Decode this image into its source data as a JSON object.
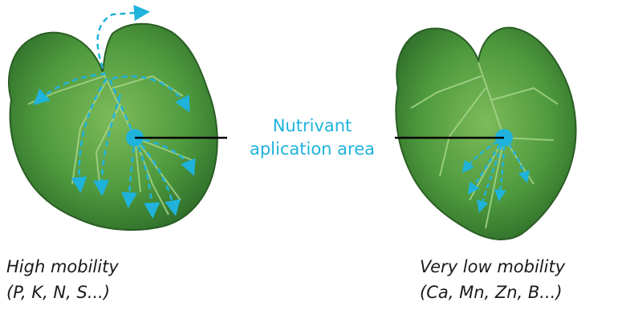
{
  "colors": {
    "accent": "#1fb3dc",
    "leaf_dark": "#2e6e2a",
    "leaf_mid": "#4f9a3e",
    "leaf_light": "#8cc667",
    "connector": "#000000"
  },
  "center_label": {
    "line1": "Nutrivant",
    "line2": "aplication area"
  },
  "left_leaf": {
    "title": "High mobility",
    "examples": "(P, K, N, S...)"
  },
  "right_leaf": {
    "title": "Very low mobility",
    "examples": "(Ca, Mn, Zn, B...)"
  }
}
